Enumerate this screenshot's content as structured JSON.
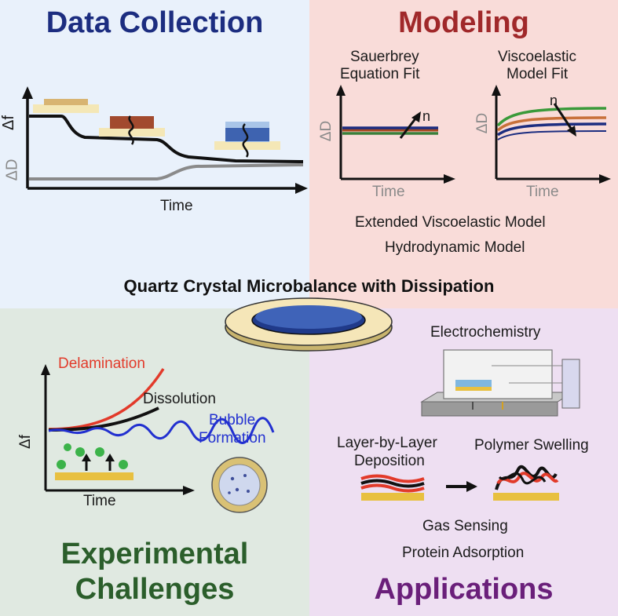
{
  "center_title": "Quartz Crystal Microbalance with Dissipation",
  "data_collection": {
    "title": "Data Collection",
    "y_label_f": "Δf",
    "y_label_d": "ΔD",
    "x_label": "Time"
  },
  "modeling": {
    "title": "Modeling",
    "sauerbrey_line1": "Sauerbrey",
    "sauerbrey_line2": "Equation Fit",
    "visco_line1": "Viscoelastic",
    "visco_line2": "Model Fit",
    "y_label": "ΔD",
    "x_label": "Time",
    "n_label": "n",
    "extended_model": "Extended Viscoelastic Model",
    "hydrodynamic_model": "Hydrodynamic Model"
  },
  "experimental": {
    "title_line1": "Experimental",
    "title_line2": "Challenges",
    "delamination": "Delamination",
    "dissolution": "Dissolution",
    "bubble1": "Bubble",
    "bubble2": "Formation",
    "y_label": "Δf",
    "x_label": "Time"
  },
  "applications": {
    "title": "Applications",
    "electrochemistry": "Electrochemistry",
    "lbl1": "Layer-by-Layer",
    "lbl2": "Deposition",
    "swelling": "Polymer Swelling",
    "gas_sensing": "Gas Sensing",
    "protein": "Protein Adsorption"
  },
  "colors": {
    "data_collection_title": "#1c2d80",
    "modeling_title": "#a0282a",
    "experimental_title": "#2b5e2b",
    "applications_title": "#6a1f7a",
    "delamination": "#e23a2a",
    "bubble": "#2230d0"
  }
}
